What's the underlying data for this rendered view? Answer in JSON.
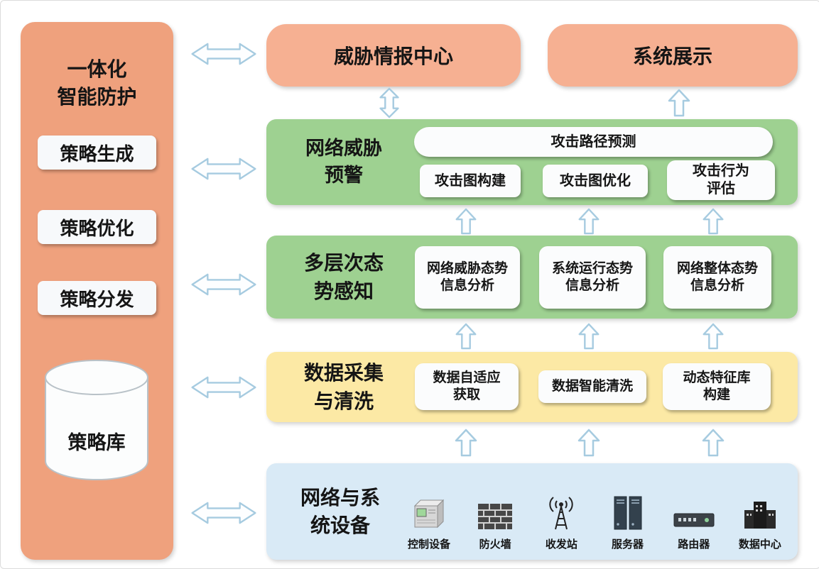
{
  "sidebar": {
    "title": "一体化\n智能防护",
    "items": [
      {
        "label": "策略生成"
      },
      {
        "label": "策略优化"
      },
      {
        "label": "策略分发"
      }
    ],
    "db_label": "策略库"
  },
  "top": {
    "threat_intel_center": "威胁情报中心",
    "system_display": "系统展示"
  },
  "threat_warning": {
    "title": "网络威胁\n预警",
    "path_prediction": "攻击路径预测",
    "boxes": [
      {
        "label": "攻击图构建"
      },
      {
        "label": "攻击图优化"
      },
      {
        "label": "攻击行为\n评估"
      }
    ]
  },
  "situation": {
    "title": "多层次态\n势感知",
    "boxes": [
      {
        "label": "网络威胁态势\n信息分析"
      },
      {
        "label": "系统运行态势\n信息分析"
      },
      {
        "label": "网络整体态势\n信息分析"
      }
    ]
  },
  "data_layer": {
    "title": "数据采集\n与清洗",
    "boxes": [
      {
        "label": "数据自适应\n获取"
      },
      {
        "label": "数据智能清洗"
      },
      {
        "label": "动态特征库\n构建"
      }
    ]
  },
  "devices": {
    "title": "网络与系\n统设备",
    "items": [
      {
        "label": "控制设备",
        "icon": "control-device-icon"
      },
      {
        "label": "防火墙",
        "icon": "firewall-icon"
      },
      {
        "label": "收发站",
        "icon": "antenna-icon"
      },
      {
        "label": "服务器",
        "icon": "server-icon"
      },
      {
        "label": "路由器",
        "icon": "router-icon"
      },
      {
        "label": "数据中心",
        "icon": "datacenter-icon"
      }
    ]
  },
  "colors": {
    "sidebar_orange": "#efa17d",
    "header_orange": "#f6b092",
    "panel_green": "#9ed191",
    "panel_yellow": "#fce9a5",
    "panel_blue": "#d9eaf6",
    "arrow_stroke": "#a6cbe0",
    "box_white": "#fbfcfd"
  }
}
